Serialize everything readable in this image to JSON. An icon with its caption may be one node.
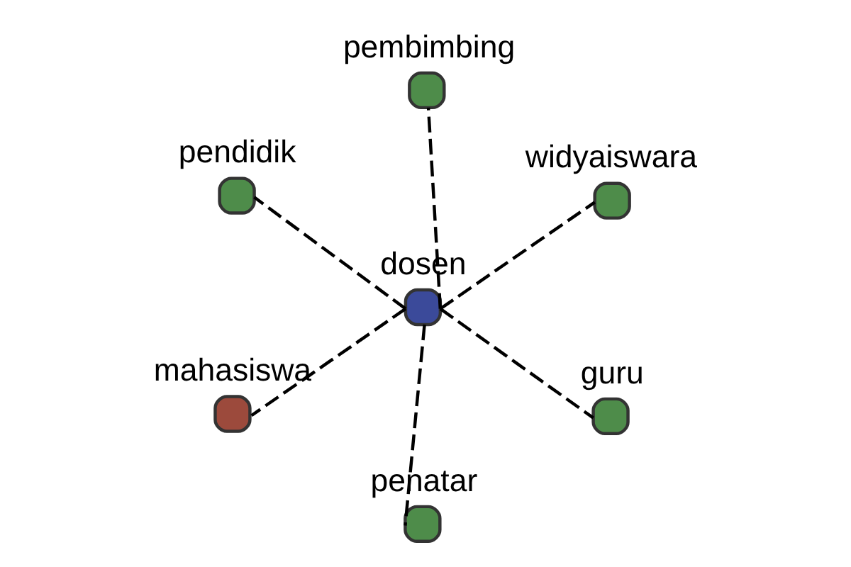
{
  "diagram": {
    "nodes": [
      {
        "text": [
          "dosen"
        ]
      },
      {
        "text": [
          "guru"
        ]
      },
      {
        "text": [
          "penatar"
        ]
      },
      {
        "text": [
          "pendidik"
        ]
      },
      {
        "text": [
          "widyaiswara"
        ]
      },
      {
        "text": [
          "pembimbing"
        ]
      },
      {
        "text": [
          "mahasiswa"
        ]
      }
    ],
    "edges": [
      {
        "from": 0,
        "to": 1,
        "arrow": "none",
        "style": "dashed"
      },
      {
        "from": 0,
        "to": 2,
        "arrow": "none",
        "style": "dashed"
      },
      {
        "from": 0,
        "to": 3,
        "arrow": "none",
        "style": "dashed"
      },
      {
        "from": 0,
        "to": 4,
        "arrow": "none",
        "style": "dashed"
      },
      {
        "from": 0,
        "to": 5,
        "arrow": "none",
        "style": "dashed"
      },
      {
        "from": 0,
        "to": 6,
        "arrow": "none",
        "style": "dashed"
      }
    ]
  }
}
